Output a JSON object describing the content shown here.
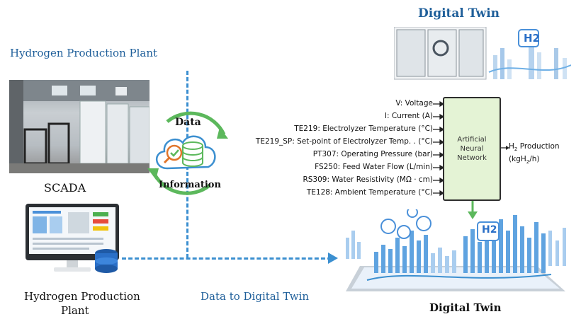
{
  "titles": {
    "plant_top": "Hydrogen Production Plant",
    "digital_twin_top": "Digital Twin",
    "scada": "SCADA",
    "plant_bottom_line1": "Hydrogen Production",
    "plant_bottom_line2": "Plant",
    "data_to_dt": "Data to Digital Twin",
    "digital_twin_bottom": "Digital Twin"
  },
  "cycle": {
    "data": "Data",
    "information": "Information"
  },
  "ann": {
    "line1": "Artificial",
    "line2": "Neural",
    "line3": "Network",
    "output_line1_pre": "H",
    "output_line1_sub": "2",
    "output_line1_post": " Production",
    "output_line2_pre": "(kgH",
    "output_line2_sub": "2",
    "output_line2_post": "/h)"
  },
  "inputs": [
    "V: Voltage",
    "I: Current (A)",
    "TE219: Electrolyzer Temperature (°C)",
    "TE219_SP: Set-point of Electrolyzer Temp. . (°C)",
    "PT307: Operating Pressure (bar)",
    "FS250: Feed Water Flow (L/min)",
    "RS309: Water Resistivity (MΩ · cm)",
    "TE128: Ambient Temperature (°C)"
  ],
  "h2_badge_top": "H2",
  "h2_badge_bottom": "H2",
  "colors": {
    "title_blue": "#1f5f9a",
    "dash_blue": "#3b8fd0",
    "arrow_green": "#5cb85c",
    "ann_fill": "#e4f3d5"
  }
}
